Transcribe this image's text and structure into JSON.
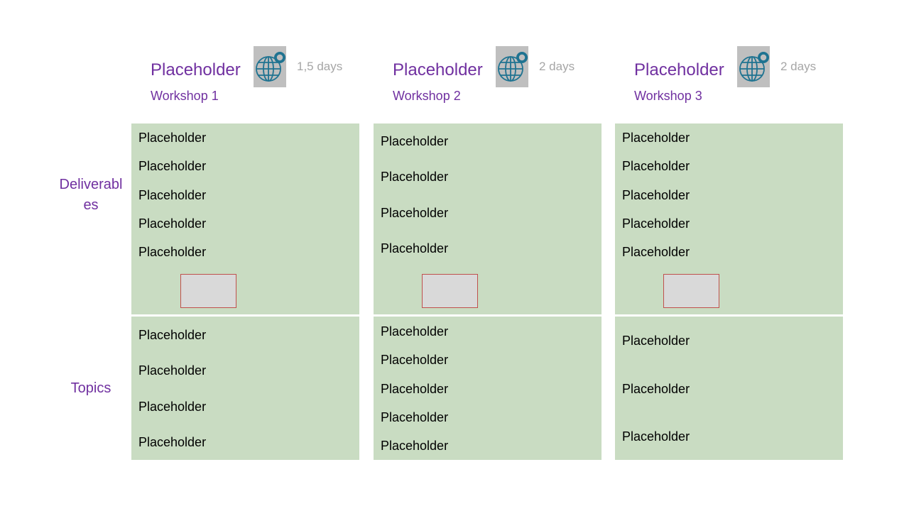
{
  "row_labels": {
    "deliverables": "Deliverables",
    "topics": "Topics"
  },
  "workshops": [
    {
      "title": "Placeholder",
      "subtitle": "Workshop 1",
      "duration": "1,5 days",
      "icon": "globe-pin-icon",
      "deliverables": [
        "Placeholder",
        "Placeholder",
        "Placeholder",
        "Placeholder",
        "Placeholder"
      ],
      "topics": [
        "Placeholder",
        "Placeholder",
        "Placeholder",
        "Placeholder"
      ]
    },
    {
      "title": "Placeholder",
      "subtitle": "Workshop 2",
      "duration": "2 days",
      "icon": "globe-pin-icon",
      "deliverables": [
        "Placeholder",
        "Placeholder",
        "Placeholder",
        "Placeholder"
      ],
      "topics": [
        "Placeholder",
        "Placeholder",
        "Placeholder",
        "Placeholder",
        "Placeholder"
      ]
    },
    {
      "title": "Placeholder",
      "subtitle": "Workshop 3",
      "duration": "2 days",
      "icon": "globe-pin-icon",
      "deliverables": [
        "Placeholder",
        "Placeholder",
        "Placeholder",
        "Placeholder",
        "Placeholder"
      ],
      "topics": [
        "Placeholder",
        "Placeholder",
        "Placeholder"
      ]
    }
  ],
  "colors": {
    "accent": "#7030a0",
    "panel": "#c9dcc2",
    "muted_text": "#a6a6a6",
    "icon_bg": "#bfbfbf",
    "icon_globe": "#1f7391",
    "placeholder_box_fill": "#d9d9d9",
    "placeholder_box_border": "#c0504d"
  }
}
